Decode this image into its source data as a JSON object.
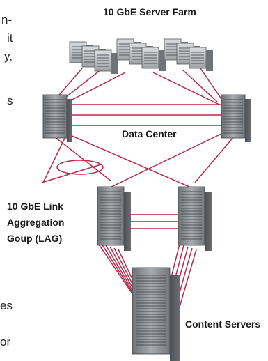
{
  "labels": {
    "server_farm": "10 GbE Server Farm",
    "data_center": "Data Center",
    "lag_line1": "10 GbE Link",
    "lag_line2": "Aggregation",
    "lag_line3": "Goup (LAG)",
    "content_servers": "Content Servers"
  },
  "body_text_fragments": [
    "n-",
    "it",
    "y,",
    "s",
    "es",
    "or"
  ],
  "colors": {
    "link": "#b8294a",
    "chassis": "#8c8f94"
  }
}
